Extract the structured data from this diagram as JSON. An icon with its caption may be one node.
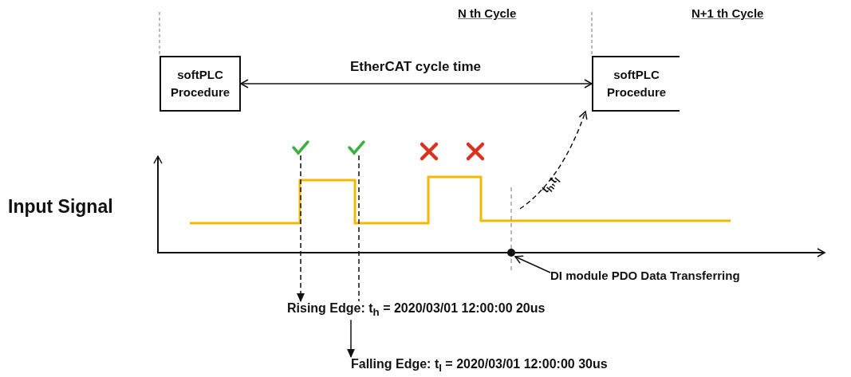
{
  "diagram": {
    "nodes": [
      {
        "text": [
          "softPLC Procedure"
        ]
      },
      {
        "text": [
          "softPLC Procedure"
        ]
      },
      {
        "text": [],
        "shape": "circle"
      },
      {
        "text": [
          "DI module PDO Data Transferring"
        ]
      },
      {
        "text": [
          "Rising Edge: t$_{h}$ = 2020/03/01 12:00:00 20us"
        ]
      },
      {
        "text": [
          "Falling Edge: t$_{l}$ = 2020/03/01 12:00:00 30us"
        ]
      },
      {
        "text": [],
        "shape": "check"
      },
      {
        "text": [],
        "shape": "check"
      }
    ],
    "edges": [
      {
        "from": 0,
        "to": 1,
        "arrow": "both",
        "label": "EtherCAT cycle time"
      },
      {
        "from": null,
        "to": 1,
        "arrow": "to",
        "style": "dashed",
        "label": "t$_{h}$,t$_{l}$"
      },
      {
        "from": 3,
        "to": 2,
        "arrow": "to"
      },
      {
        "from": 6,
        "to": 4,
        "arrow": "to",
        "style": "dashed"
      },
      {
        "from": 7,
        "to": 4,
        "arrow": "none",
        "style": "dashed"
      },
      {
        "from": 4,
        "to": 5,
        "arrow": "to"
      }
    ],
    "labels": [
      "N th Cycle",
      "N+1 th Cycle",
      "Input Signal"
    ]
  }
}
